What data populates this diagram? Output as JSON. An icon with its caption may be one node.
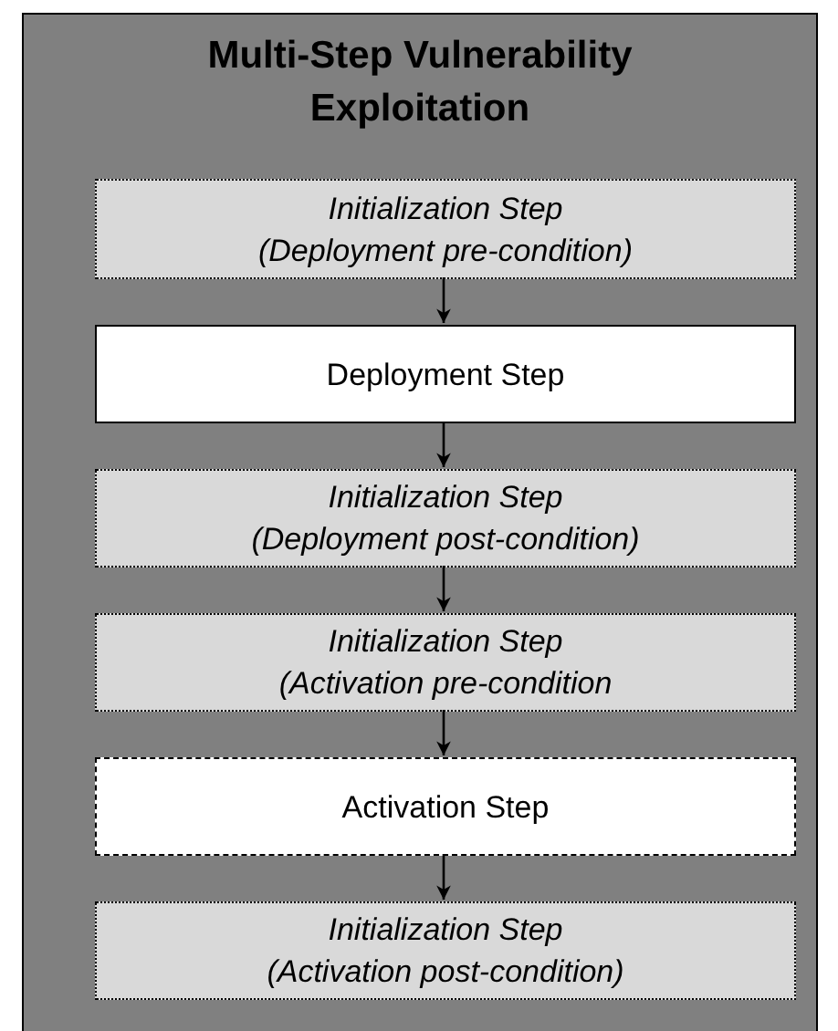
{
  "diagram": {
    "nodes": [
      {
        "text": [
          "Multi-Step Vulnerability Exploitation"
        ]
      },
      {
        "text": [
          "Initialization Step",
          "(Deployment pre-condition)"
        ],
        "in": 0
      },
      {
        "text": [
          "Deployment Step"
        ],
        "in": 0
      },
      {
        "text": [
          "Initialization Step",
          "(Deployment post-condition)"
        ],
        "in": 0
      },
      {
        "text": [
          "Initialization Step",
          "(Activation pre-condition"
        ],
        "in": 0
      },
      {
        "text": [
          "Activation Step"
        ],
        "in": 0
      },
      {
        "text": [
          "Initialization Step",
          "(Activation post-condition)"
        ],
        "in": 0
      }
    ],
    "edges": [
      {
        "from": 1,
        "to": 2,
        "arrow": "to"
      },
      {
        "from": 2,
        "to": 3,
        "arrow": "to"
      },
      {
        "from": 3,
        "to": 4,
        "arrow": "to"
      },
      {
        "from": 4,
        "to": 5,
        "arrow": "to"
      },
      {
        "from": 5,
        "to": 6,
        "arrow": "to"
      }
    ]
  }
}
